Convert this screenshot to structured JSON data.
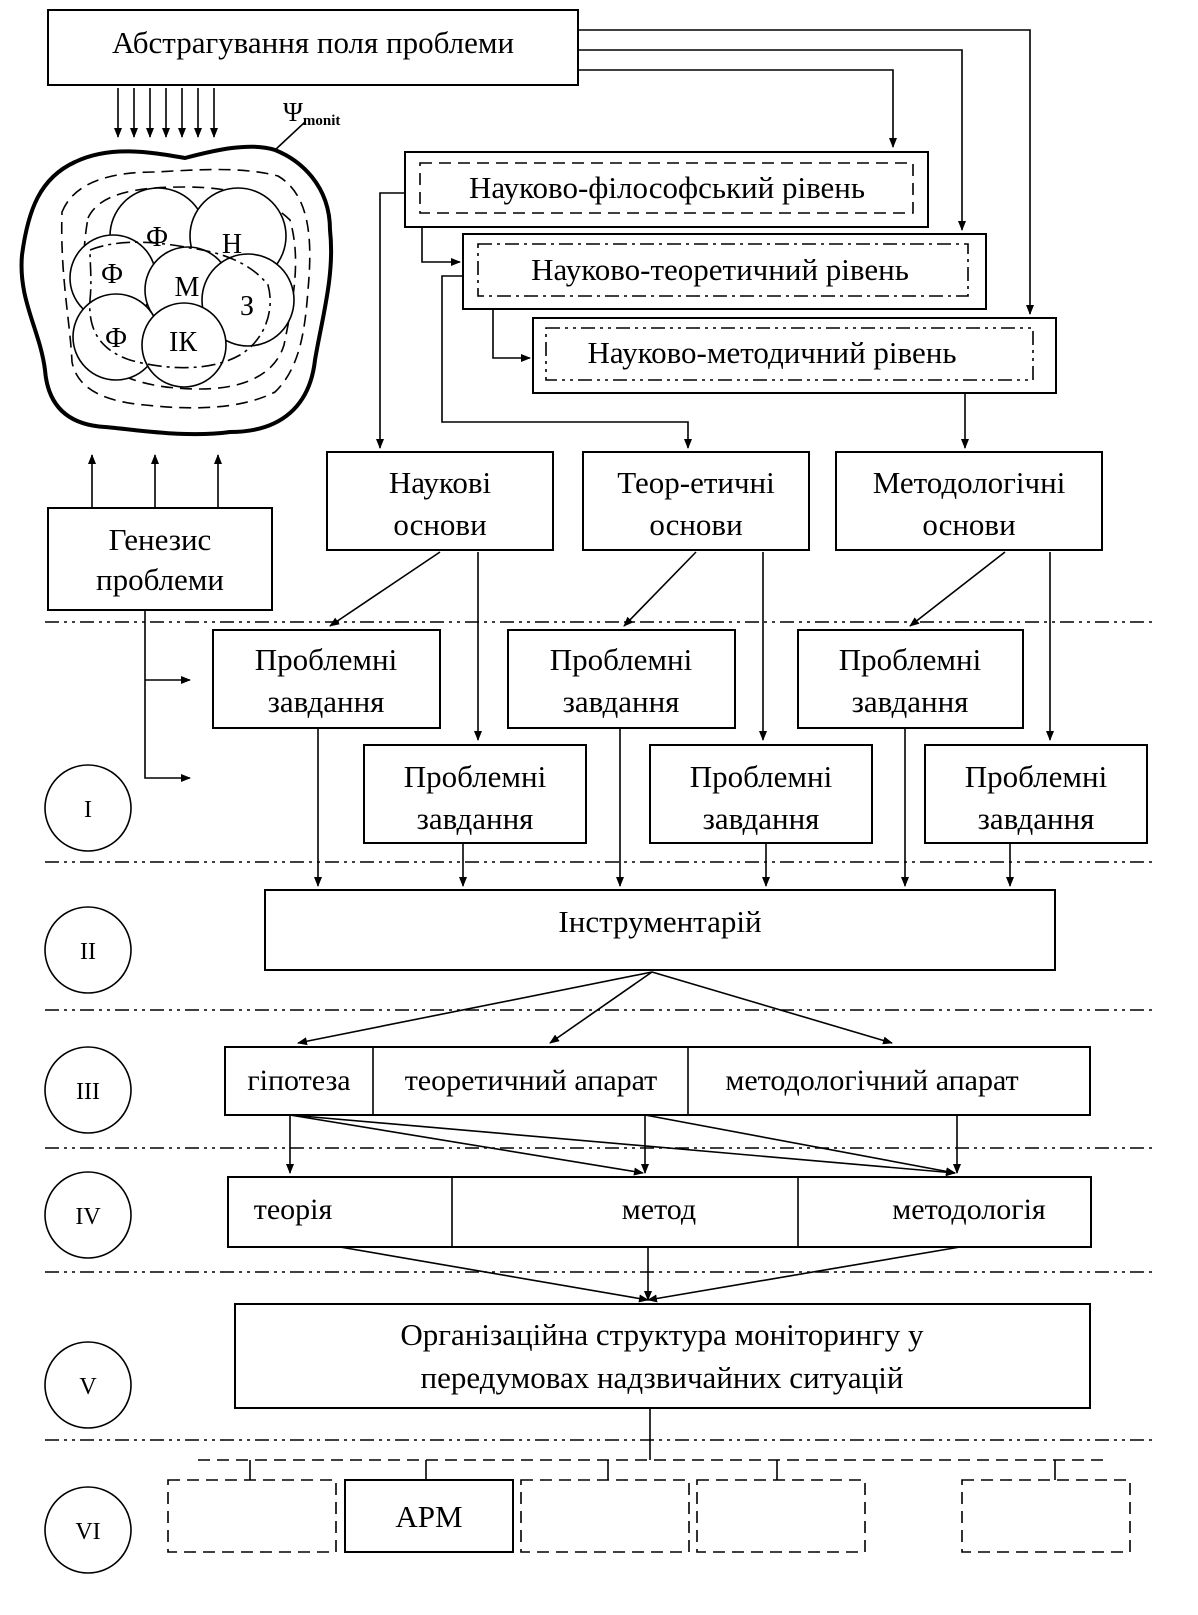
{
  "top": {
    "title": "Абстрагування поля проблеми"
  },
  "psi_label": "Ψmonit",
  "psi": {
    "symbol": "Ψ",
    "sub": "monit"
  },
  "blob": {
    "labels": [
      "Ф",
      "Н",
      "Ф",
      "М",
      "З",
      "Ф",
      "ІК"
    ]
  },
  "genesis": {
    "line1": "Генезис",
    "line2": "проблеми"
  },
  "levels": [
    "Науково-філософський рівень",
    "Науково-теоретичний рівень",
    "Науково-методичний рівень"
  ],
  "foundations": [
    {
      "line1": "Наукові",
      "line2": "основи"
    },
    {
      "line1": "Теор-етичні",
      "line2": "основи"
    },
    {
      "line1": "Методологічні",
      "line2": "основи"
    }
  ],
  "tasks": {
    "line1": "Проблемні",
    "line2": "завдання"
  },
  "instrument": "Інструментарій",
  "row3": [
    "гіпотеза",
    "теоретичний апарат",
    "методологічний апарат"
  ],
  "row4": [
    "теорія",
    "метод",
    "методологія"
  ],
  "org": {
    "line1": "Організаційна структура моніторингу у",
    "line2": "передумовах надзвичайних ситуацій"
  },
  "arm": "АРМ",
  "stages": [
    "I",
    "II",
    "III",
    "IV",
    "V",
    "VI"
  ]
}
